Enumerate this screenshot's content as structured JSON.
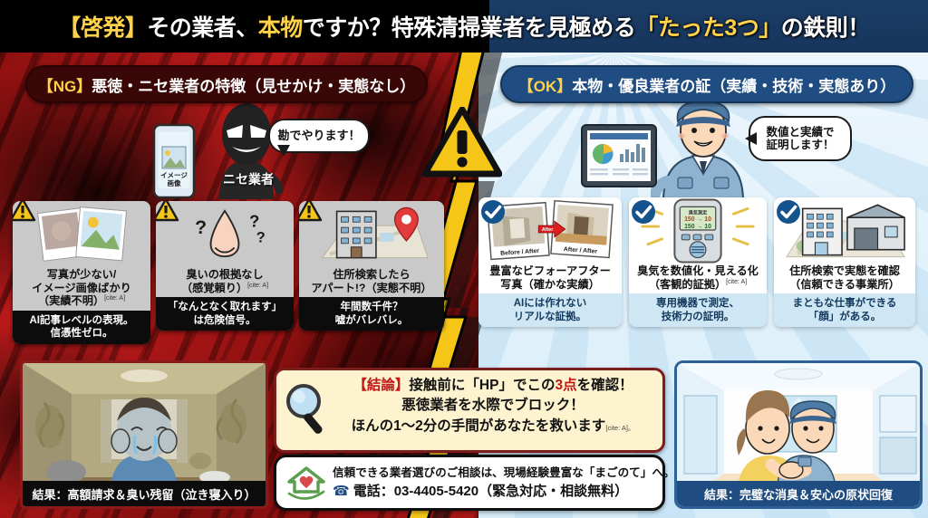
{
  "header": {
    "title_parts": [
      {
        "text": "【啓発】",
        "style": "gold"
      },
      {
        "text": "その業者、",
        "style": "white"
      },
      {
        "text": "本物",
        "style": "gold"
      },
      {
        "text": "ですか？特殊清掃業者を見極める",
        "style": "white"
      },
      {
        "text": "「たった3つ」",
        "style": "gold"
      },
      {
        "text": "の鉄則！",
        "style": "white"
      }
    ],
    "title_full": "【啓発】その業者、本物ですか？特殊清掃業者を見極める「たった3つ」の鉄則！"
  },
  "left_panel": {
    "pill": {
      "tag": "【NG】",
      "text": "悪徳・ニセ業者の特徴（見せかけ・実態なし）"
    },
    "character_label": "ニセ業者",
    "speech_bubble": "勘でやります！",
    "phone_label": "イメージ画像",
    "cards": [
      {
        "icon": "warning-triangle-icon",
        "art": "photo-stack-icon",
        "title": "写真が少ない/\nイメージ画像ばかり\n（実績不明）",
        "title_lines": [
          "写真が少ない/",
          "イメージ画像ばかり",
          "（実績不明）"
        ],
        "cite": "[cite: A]",
        "caption_lines": [
          "AI記事レベルの表現。",
          "信憑性ゼロ。"
        ]
      },
      {
        "icon": "warning-triangle-icon",
        "art": "nose-question-icon",
        "title": "臭いの根拠なし\n（感覚頼り）",
        "title_lines": [
          "臭いの根拠なし",
          "（感覚頼り）"
        ],
        "cite": "[cite: A]",
        "caption_lines": [
          "「なんとなく取れます」",
          "は危険信号。"
        ]
      },
      {
        "icon": "warning-triangle-icon",
        "art": "apartment-map-pin-icon",
        "title": "住所検索したら\nアパート!?（実態不明）",
        "title_lines": [
          "住所検索したら",
          "アパート!?（実態不明）"
        ],
        "cite": "",
        "caption_lines": [
          "年間数千件？",
          "嘘がバレバレ。"
        ]
      }
    ],
    "photo_caption": "結果：高額請求＆臭い残留（泣き寝入り）"
  },
  "right_panel": {
    "pill": {
      "tag": "【OK】",
      "text": "本物・優良業者の証（実績・技術・実態あり）"
    },
    "speech_bubble_lines": [
      "数値と実績で",
      "証明します！"
    ],
    "cards": [
      {
        "icon": "check-circle-icon",
        "art": "before-after-photos-icon",
        "photo_labels": [
          "Before / After",
          "After / After"
        ],
        "arrow_label": "After",
        "title_lines": [
          "豊富なビフォーアフター",
          "写真（確かな実績）"
        ],
        "cite": "",
        "caption_lines": [
          "AIには作れない",
          "リアルな証拠。"
        ]
      },
      {
        "icon": "check-circle-icon",
        "art": "odor-meter-icon",
        "meter": {
          "label": "臭気測定",
          "row1": "150 → 10",
          "row2": "150 → 10"
        },
        "title_lines": [
          "臭気を数値化・見える化",
          "（客観的証拠）"
        ],
        "cite": "[cite: A]",
        "caption_lines": [
          "専用機器で測定、",
          "技術力の証明。"
        ]
      },
      {
        "icon": "check-circle-icon",
        "art": "office-building-map-icon",
        "title_lines": [
          "住所検索で実態を確認",
          "（信頼できる事業所）"
        ],
        "cite": "",
        "caption_lines": [
          "まともな仕事ができる",
          "「顔」がある。"
        ]
      }
    ],
    "photo_caption": "結果：完璧な消臭＆安心の原状回復"
  },
  "conclusion": {
    "icon": "magnifier-icon",
    "line1_tag": "【結論】",
    "line1_a": "接触前に「HP」でこの",
    "line1_hl": "3点",
    "line1_b": "を確認！",
    "line2": "悪徳業者を水際でブロック！",
    "line3": "ほんの1〜2分の手間があなたを救います",
    "line3_cite": "[cite: A]",
    "line3_tail": "。"
  },
  "contact": {
    "icon": "house-heart-hand-icon",
    "line1": "信頼できる業者選びのご相談は、現場経験豊富な「まごのて」へ。",
    "phone_icon": "phone-icon",
    "line2": "電話：03-4405-5420（緊急対応・相談無料）",
    "phone_number": "03-4405-5420"
  },
  "colors": {
    "ng_red": "#c21b1b",
    "ok_blue": "#1f4d82",
    "accent_gold": "#ffd24a",
    "warning_yellow": "#f5c518",
    "conclusion_bg": "#fdf3cf"
  }
}
